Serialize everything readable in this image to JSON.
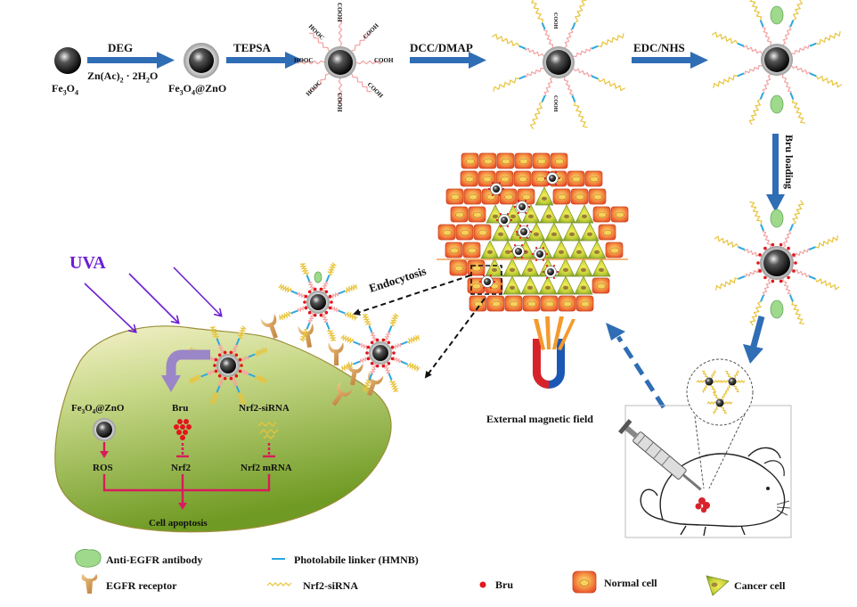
{
  "steps": {
    "deg": "DEG",
    "zn_reagent": "Zn(Ac)",
    "zn_sub": "2",
    "zn_tail": " · 2H",
    "h2o_sub": "2",
    "h2o_o": "O",
    "tepsa": "TEPSA",
    "dcc": "DCC/DMAP",
    "edc": "EDC/NHS",
    "bru_loading": "Bru loading"
  },
  "labels": {
    "fe3o4": {
      "a": "Fe",
      "s1": "3",
      "b": "O",
      "s2": "4"
    },
    "fe3o4zno": {
      "a": "Fe",
      "s1": "3",
      "b": "O",
      "s2": "4",
      "c": "@ZnO"
    },
    "cooh": "COOH",
    "hooc": "HOOC",
    "endocytosis": "Endocytosis",
    "uva": "UVA",
    "magnet": "External magnetic field"
  },
  "cell": {
    "col1": {
      "a": "Fe",
      "s1": "3",
      "b": "O",
      "s2": "4",
      "c": "@ZnO"
    },
    "bru": "Bru",
    "sirna": "Nrf2-siRNA",
    "ros": "ROS",
    "nrf2": "Nrf2",
    "mrna": "Nrf2 mRNA",
    "apoptosis": "Cell apoptosis"
  },
  "legend": {
    "antibody": "Anti-EGFR antibody",
    "receptor": "EGFR receptor",
    "linker": "Photolabile linker (HMNB)",
    "sirna": "Nrf2-siRNA",
    "bru": "Bru",
    "normal": "Normal cell",
    "cancer": "Cancer cell"
  },
  "colors": {
    "arrow_blue": "#2f6db5",
    "uva_purple": "#6d1fd1",
    "pathway_red": "#d81b5c",
    "cell_green": "#8db43a",
    "normal_orange": "#f0743a",
    "bru_red": "#e3151b",
    "sirna_yellow": "#e8c33b",
    "linker_blue": "#2aa8e0"
  }
}
